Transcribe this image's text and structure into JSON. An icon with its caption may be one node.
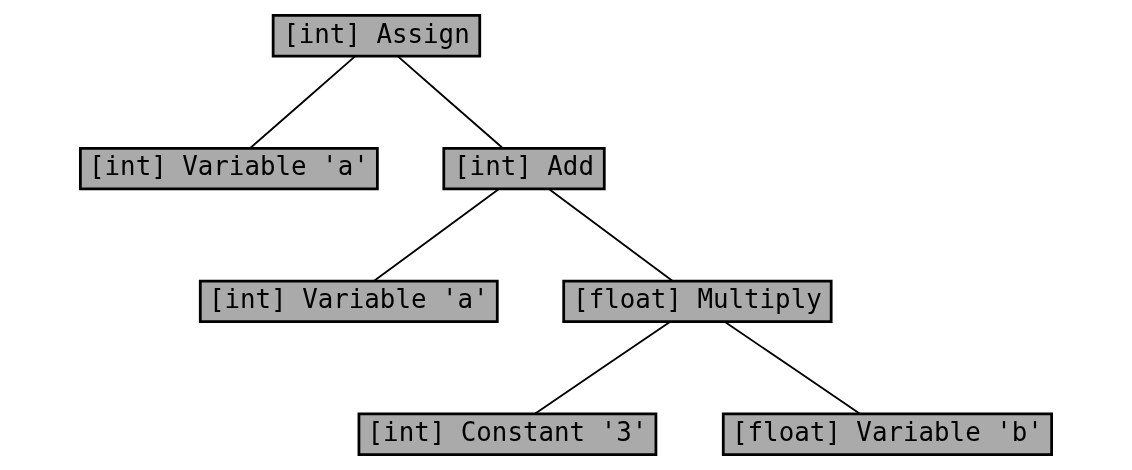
{
  "diagram": {
    "nodes": [
      {
        "text": [
          "[int] Assign"
        ]
      },
      {
        "text": [
          "[int] Variable 'a'"
        ]
      },
      {
        "text": [
          "[int] Add"
        ]
      },
      {
        "text": [
          "[int] Variable 'a'"
        ]
      },
      {
        "text": [
          "[float] Multiply"
        ]
      },
      {
        "text": [
          "[int] Constant '3'"
        ]
      },
      {
        "text": [
          "[float] Variable 'b'"
        ]
      }
    ],
    "edges": [
      {
        "from": 0,
        "to": 1,
        "arrow": "none"
      },
      {
        "from": 0,
        "to": 2,
        "arrow": "none"
      },
      {
        "from": 2,
        "to": 3,
        "arrow": "none"
      },
      {
        "from": 2,
        "to": 4,
        "arrow": "none"
      },
      {
        "from": 4,
        "to": 5,
        "arrow": "none"
      },
      {
        "from": 4,
        "to": 6,
        "arrow": "none"
      }
    ]
  }
}
